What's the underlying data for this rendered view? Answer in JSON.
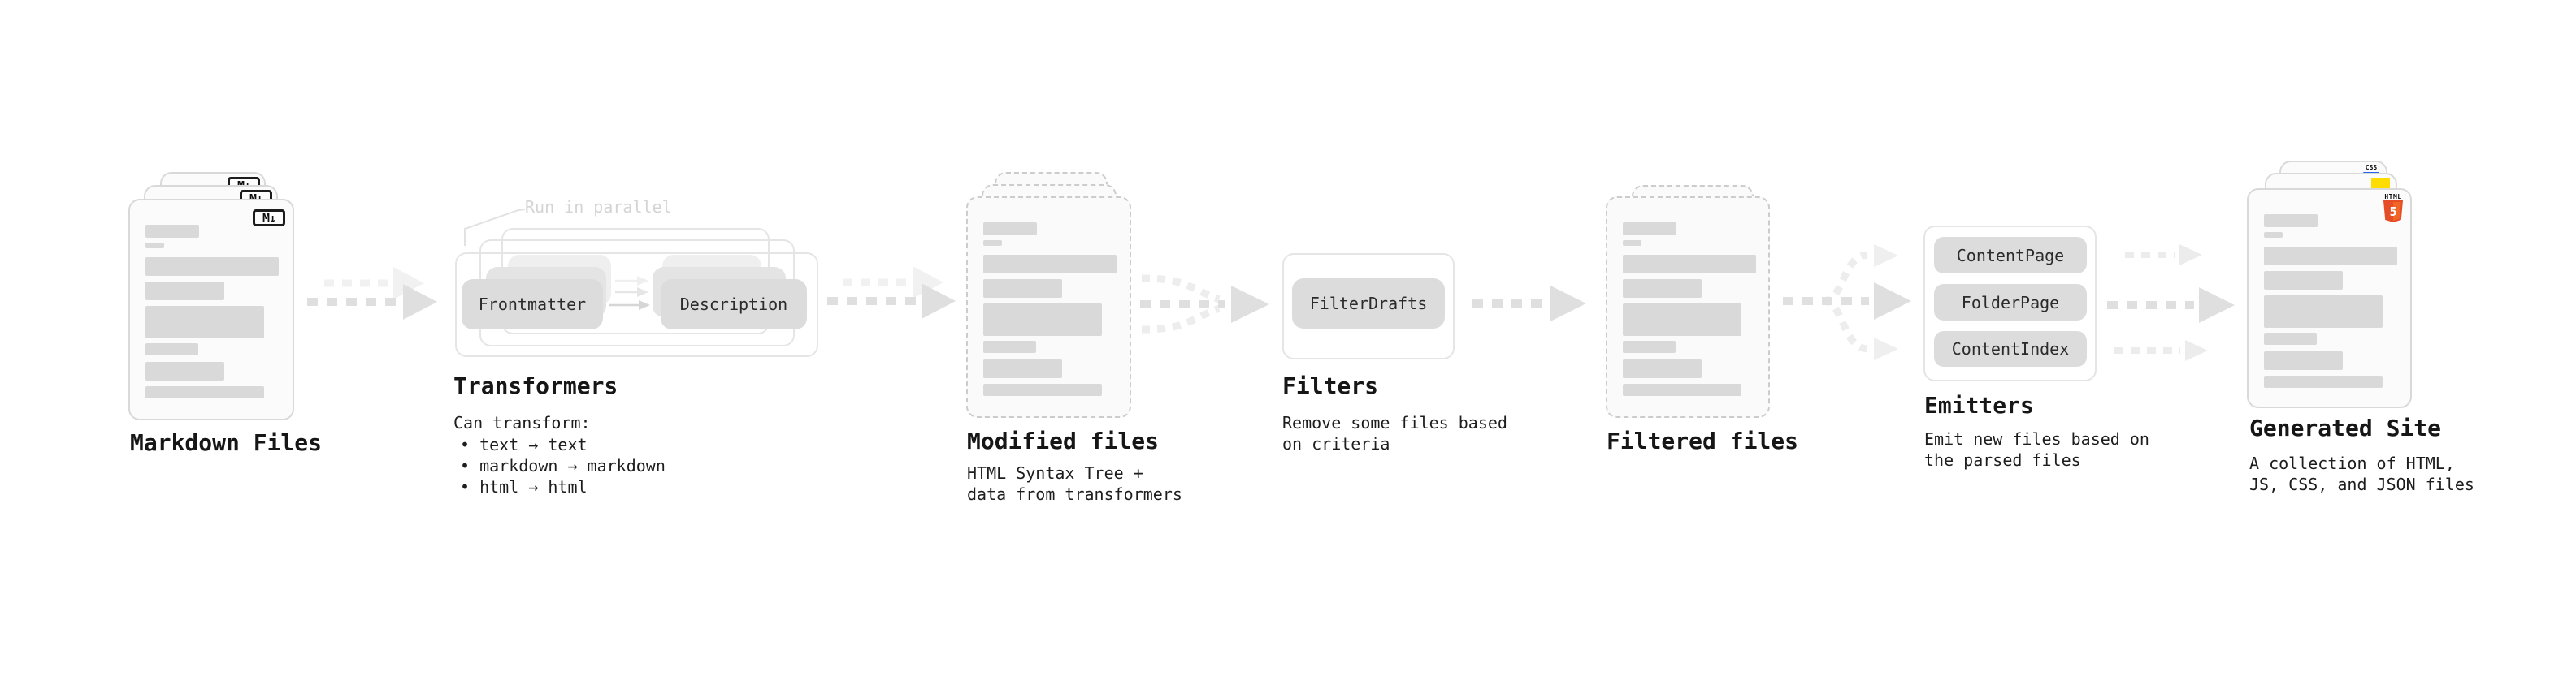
{
  "stages": {
    "markdown": {
      "title": "Markdown Files",
      "badge": "M↓"
    },
    "transformers": {
      "title": "Transformers",
      "parallel_label": "Run in parallel",
      "box_frontmatter": "Frontmatter",
      "box_description": "Description",
      "note_heading": "Can transform:",
      "bullets": [
        "• text → text",
        "• markdown → markdown",
        "• html → html"
      ]
    },
    "modified_files": {
      "title": "Modified files",
      "subtitle": [
        "HTML Syntax Tree +",
        "data from transformers"
      ]
    },
    "filters": {
      "title": "Filters",
      "box_filterdrafts": "FilterDrafts",
      "subtitle": [
        "Remove some files based",
        "on criteria"
      ]
    },
    "filtered_files": {
      "title": "Filtered files"
    },
    "emitters": {
      "title": "Emitters",
      "boxes": [
        "ContentPage",
        "FolderPage",
        "ContentIndex"
      ],
      "subtitle": [
        "Emit new files based on",
        "the parsed files"
      ]
    },
    "generated_site": {
      "title": "Generated Site",
      "subtitle": [
        "A collection of HTML,",
        "JS, CSS, and JSON files"
      ],
      "badge_html_label": "HTML",
      "badge_html_number": "5",
      "badge_css_label": "CSS"
    }
  },
  "colors": {
    "html5_orange": "#e44d26",
    "html5_orange_light": "#f16529",
    "js_yellow": "#ffdd00",
    "css_blue": "#2b63f1",
    "arrow_gray": "#dfdfdf",
    "arrow_light_gray": "#efefef"
  }
}
